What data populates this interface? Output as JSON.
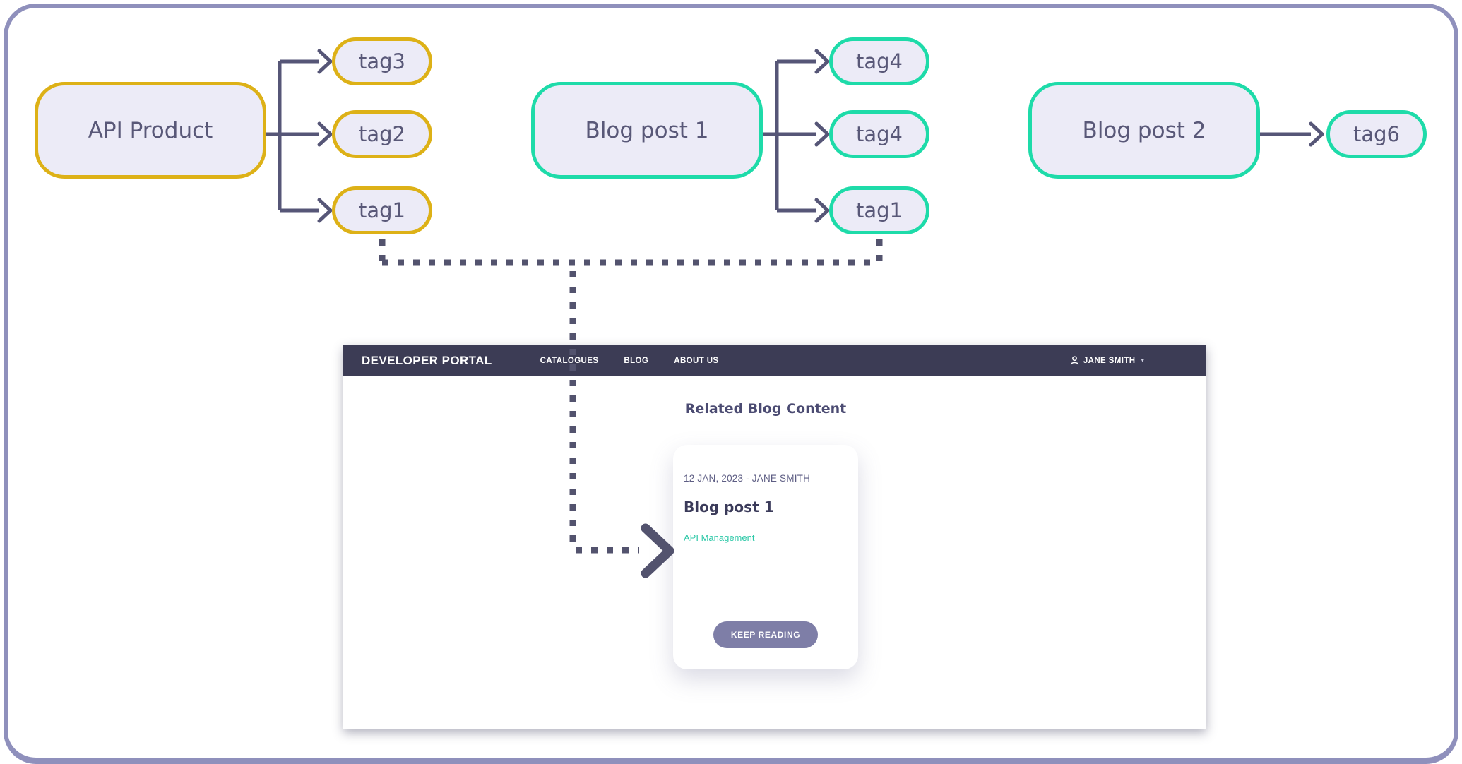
{
  "diagram": {
    "nodes": [
      {
        "id": "api-product",
        "label": "API Product",
        "variant": "yellow"
      },
      {
        "id": "blog-post-1",
        "label": "Blog post 1",
        "variant": "teal"
      },
      {
        "id": "blog-post-2",
        "label": "Blog post 2",
        "variant": "teal"
      }
    ],
    "tags": [
      {
        "id": "tag3-of-api-product",
        "label": "tag3",
        "variant": "yellow"
      },
      {
        "id": "tag2-of-api-product",
        "label": "tag2",
        "variant": "yellow"
      },
      {
        "id": "tag1-of-api-product",
        "label": "tag1",
        "variant": "yellow"
      },
      {
        "id": "tag4-of-blog-post-1",
        "label": "tag4",
        "variant": "teal"
      },
      {
        "id": "tag4b-of-blog-post-1",
        "label": "tag4",
        "variant": "teal"
      },
      {
        "id": "tag1-of-blog-post-1",
        "label": "tag1",
        "variant": "teal"
      },
      {
        "id": "tag6-of-blog-post-2",
        "label": "tag6",
        "variant": "teal"
      }
    ]
  },
  "portal": {
    "navbar": {
      "brand": "DEVELOPER PORTAL",
      "items": [
        {
          "label": "CATALOGUES"
        },
        {
          "label": "BLOG"
        },
        {
          "label": "ABOUT US"
        }
      ],
      "user": {
        "name": "JANE SMITH"
      }
    },
    "section_title": "Related Blog Content",
    "card": {
      "meta": "12 JAN, 2023 - JANE SMITH",
      "title": "Blog post 1",
      "tag_link": "API Management",
      "button_label": "KEEP READING"
    }
  },
  "icons": {
    "user": "user-icon",
    "caret_down": "▾"
  },
  "colors": {
    "yellow_accent": "#ddb117",
    "teal_accent": "#1edba9",
    "node_fill": "#ecebf7",
    "slate_line": "#565677",
    "dotted_line": "#53536e",
    "navbar_bg": "#3c3c55",
    "button_bg": "#7e7ea7",
    "teal_link": "#2cc8a7",
    "frame_border": "#8f90bc",
    "text_dark": "#3b3b5a",
    "text_slate": "#5e5e84"
  }
}
